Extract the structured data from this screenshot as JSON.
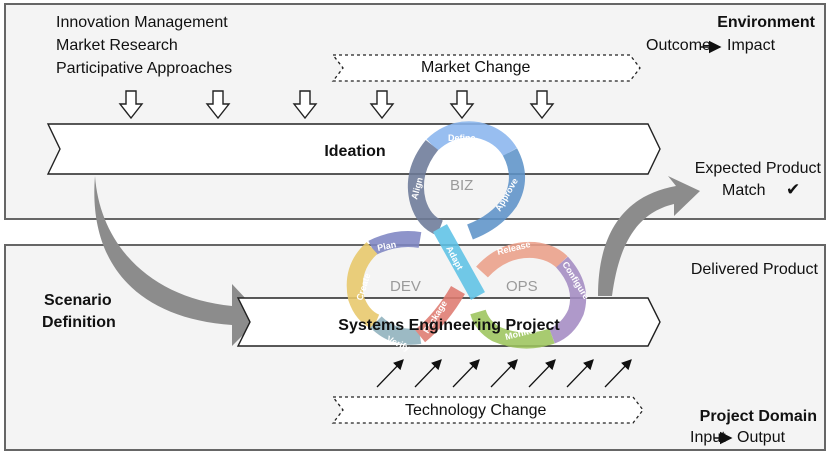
{
  "environment": {
    "title": "Environment",
    "subtitle_left": "Outcome",
    "subtitle_right": "Impact",
    "inputs": [
      "Innovation Management",
      "Market Research",
      "Participative Approaches"
    ],
    "market_change": "Market Change",
    "ideation": "Ideation"
  },
  "expected": {
    "line1": "Expected Product",
    "line2": "Match",
    "check": "✔"
  },
  "delivered": "Delivered Product",
  "scenario": {
    "line1": "Scenario",
    "line2": "Definition"
  },
  "project": {
    "bar_label": "Systems Engineering Project",
    "technology_change": "Technology Change",
    "title": "Project Domain",
    "subtitle_left": "Input",
    "subtitle_right": "Output"
  },
  "loop": {
    "biz": "BIZ",
    "dev": "DEV",
    "ops": "OPS",
    "segments": {
      "define": "Define",
      "approve": "Approve",
      "align": "Align",
      "plan": "Plan",
      "create": "Create",
      "verify": "Verify",
      "package": "Package",
      "adapt": "Adapt",
      "release": "Release",
      "configure": "Configure",
      "monitor": "Monitor"
    },
    "colors": {
      "define": "#8ab6ee",
      "approve": "#5e93c9",
      "align": "#6d7b99",
      "plan": "#7f86c3",
      "create": "#e8c86a",
      "verify": "#8fb1bd",
      "package": "#df7a70",
      "adapt": "#5ec2e6",
      "release": "#eca08a",
      "configure": "#a48cc3",
      "monitor": "#9dc45d"
    }
  }
}
